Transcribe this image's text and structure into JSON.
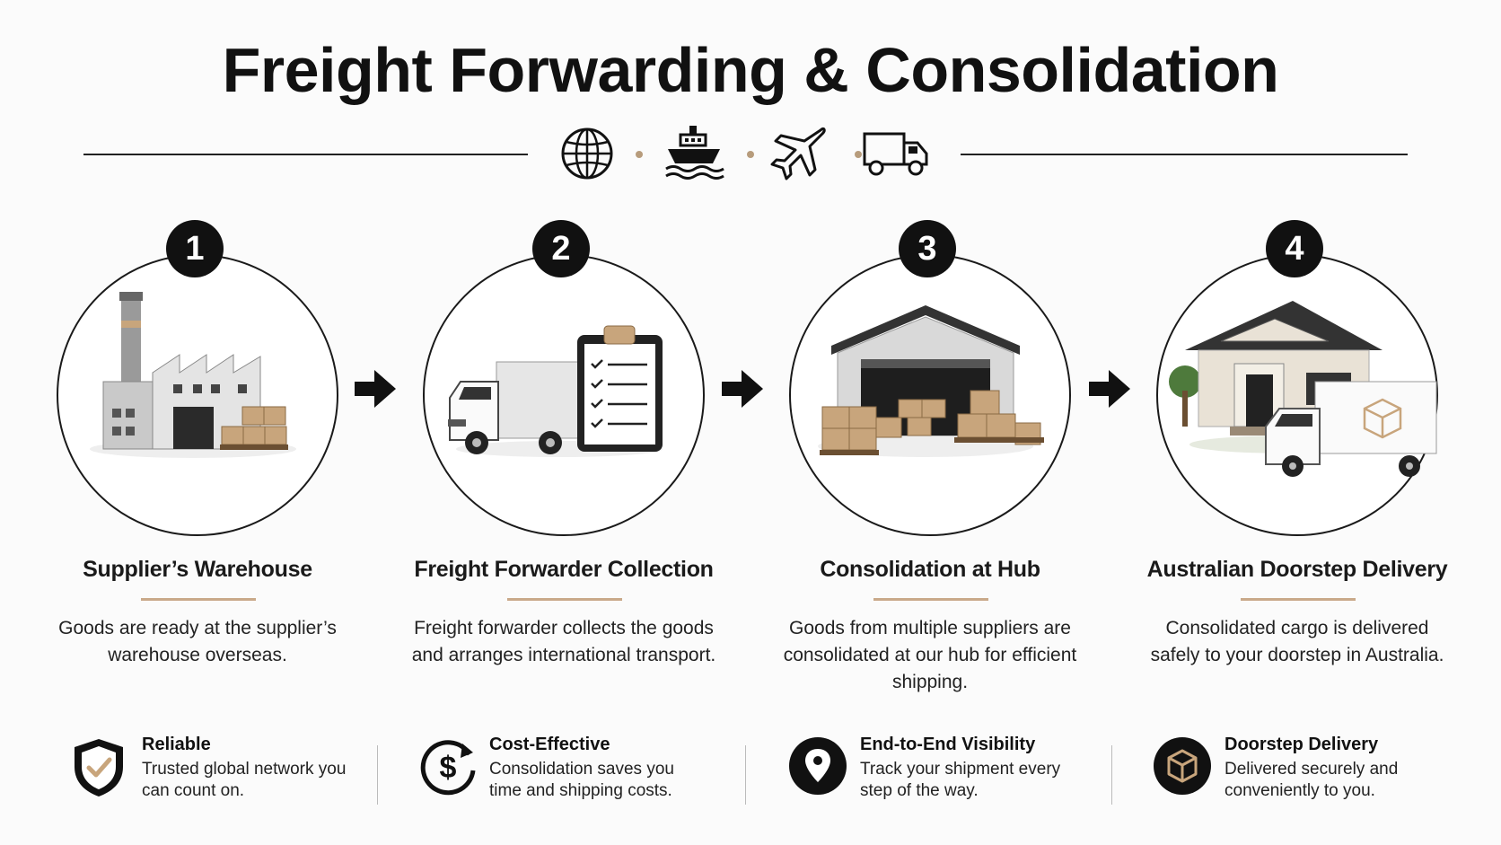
{
  "title": "Freight Forwarding & Consolidation",
  "header_icons": [
    "globe-icon",
    "ship-icon",
    "airplane-icon",
    "truck-icon"
  ],
  "accent_color": "#c9a98a",
  "steps": [
    {
      "number": "1",
      "title": "Supplier’s Warehouse",
      "description": "Goods are ready at the supplier’s warehouse overseas.",
      "illustration": "factory-warehouse"
    },
    {
      "number": "2",
      "title": "Freight Forwarder Collection",
      "description": "Freight forwarder collects the goods and arranges international transport.",
      "illustration": "truck-and-clipboard"
    },
    {
      "number": "3",
      "title": "Consolidation at Hub",
      "description": "Goods from multiple suppliers are consolidated at our hub for efficient shipping.",
      "illustration": "hub-warehouse-boxes"
    },
    {
      "number": "4",
      "title": "Australian Doorstep Delivery",
      "description": "Consolidated cargo is delivered safely to your doorstep in Australia.",
      "illustration": "house-and-delivery-van"
    }
  ],
  "features": [
    {
      "title": "Reliable",
      "description": "Trusted global network you can count on.",
      "icon": "shield-check-icon"
    },
    {
      "title": "Cost-Effective",
      "description": "Consolidation saves you time and shipping costs.",
      "icon": "dollar-cycle-icon"
    },
    {
      "title": "End-to-End Visibility",
      "description": "Track your shipment every step of the way.",
      "icon": "location-pin-icon"
    },
    {
      "title": "Doorstep Delivery",
      "description": "Delivered securely and conveniently to you.",
      "icon": "package-icon"
    }
  ]
}
